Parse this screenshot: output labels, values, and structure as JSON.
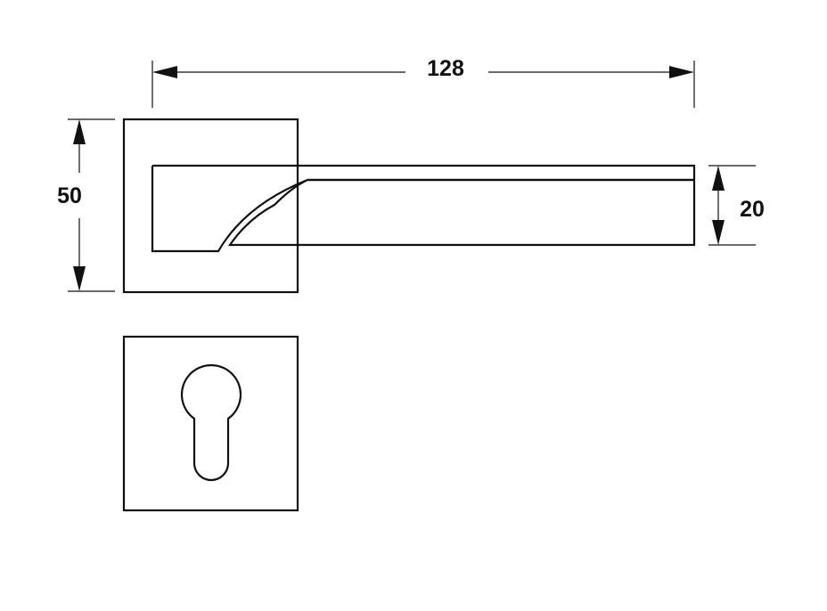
{
  "dimensions": {
    "length": "128",
    "rose_height": "50",
    "lever_height": "20"
  }
}
